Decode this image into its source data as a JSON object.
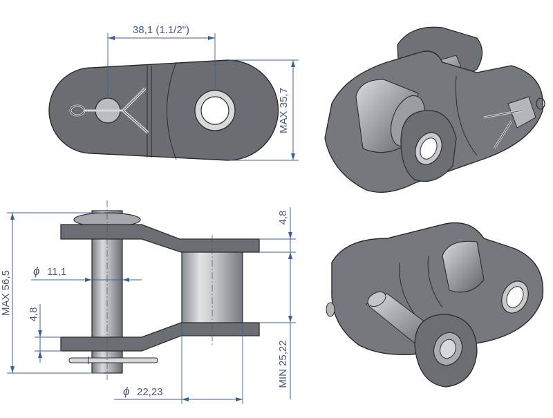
{
  "dimensions": {
    "pitch": "38,1  (1.1/2\")",
    "max_plate_height": "MAX 35,7",
    "max_total_length": "MAX 56,5",
    "plate_thickness_top": "4,8",
    "plate_thickness_bottom": "4,8",
    "pin_diameter": "11,1",
    "roller_diameter": "22,23",
    "min_inner_width": "MIN 25,22",
    "diameter_symbol": "ϕ"
  },
  "colors": {
    "metal_dark": "#5d6064",
    "metal_mid": "#7d8085",
    "metal_light": "#b5b8bd",
    "dimension_line": "#3a5f9a",
    "dimension_text": "#4a5a78",
    "background": "#ffffff"
  },
  "icons": [
    "chain-offset-link-top-view",
    "chain-offset-link-side-section",
    "chain-offset-link-iso-view",
    "chain-offset-link-iso-view-rear"
  ]
}
